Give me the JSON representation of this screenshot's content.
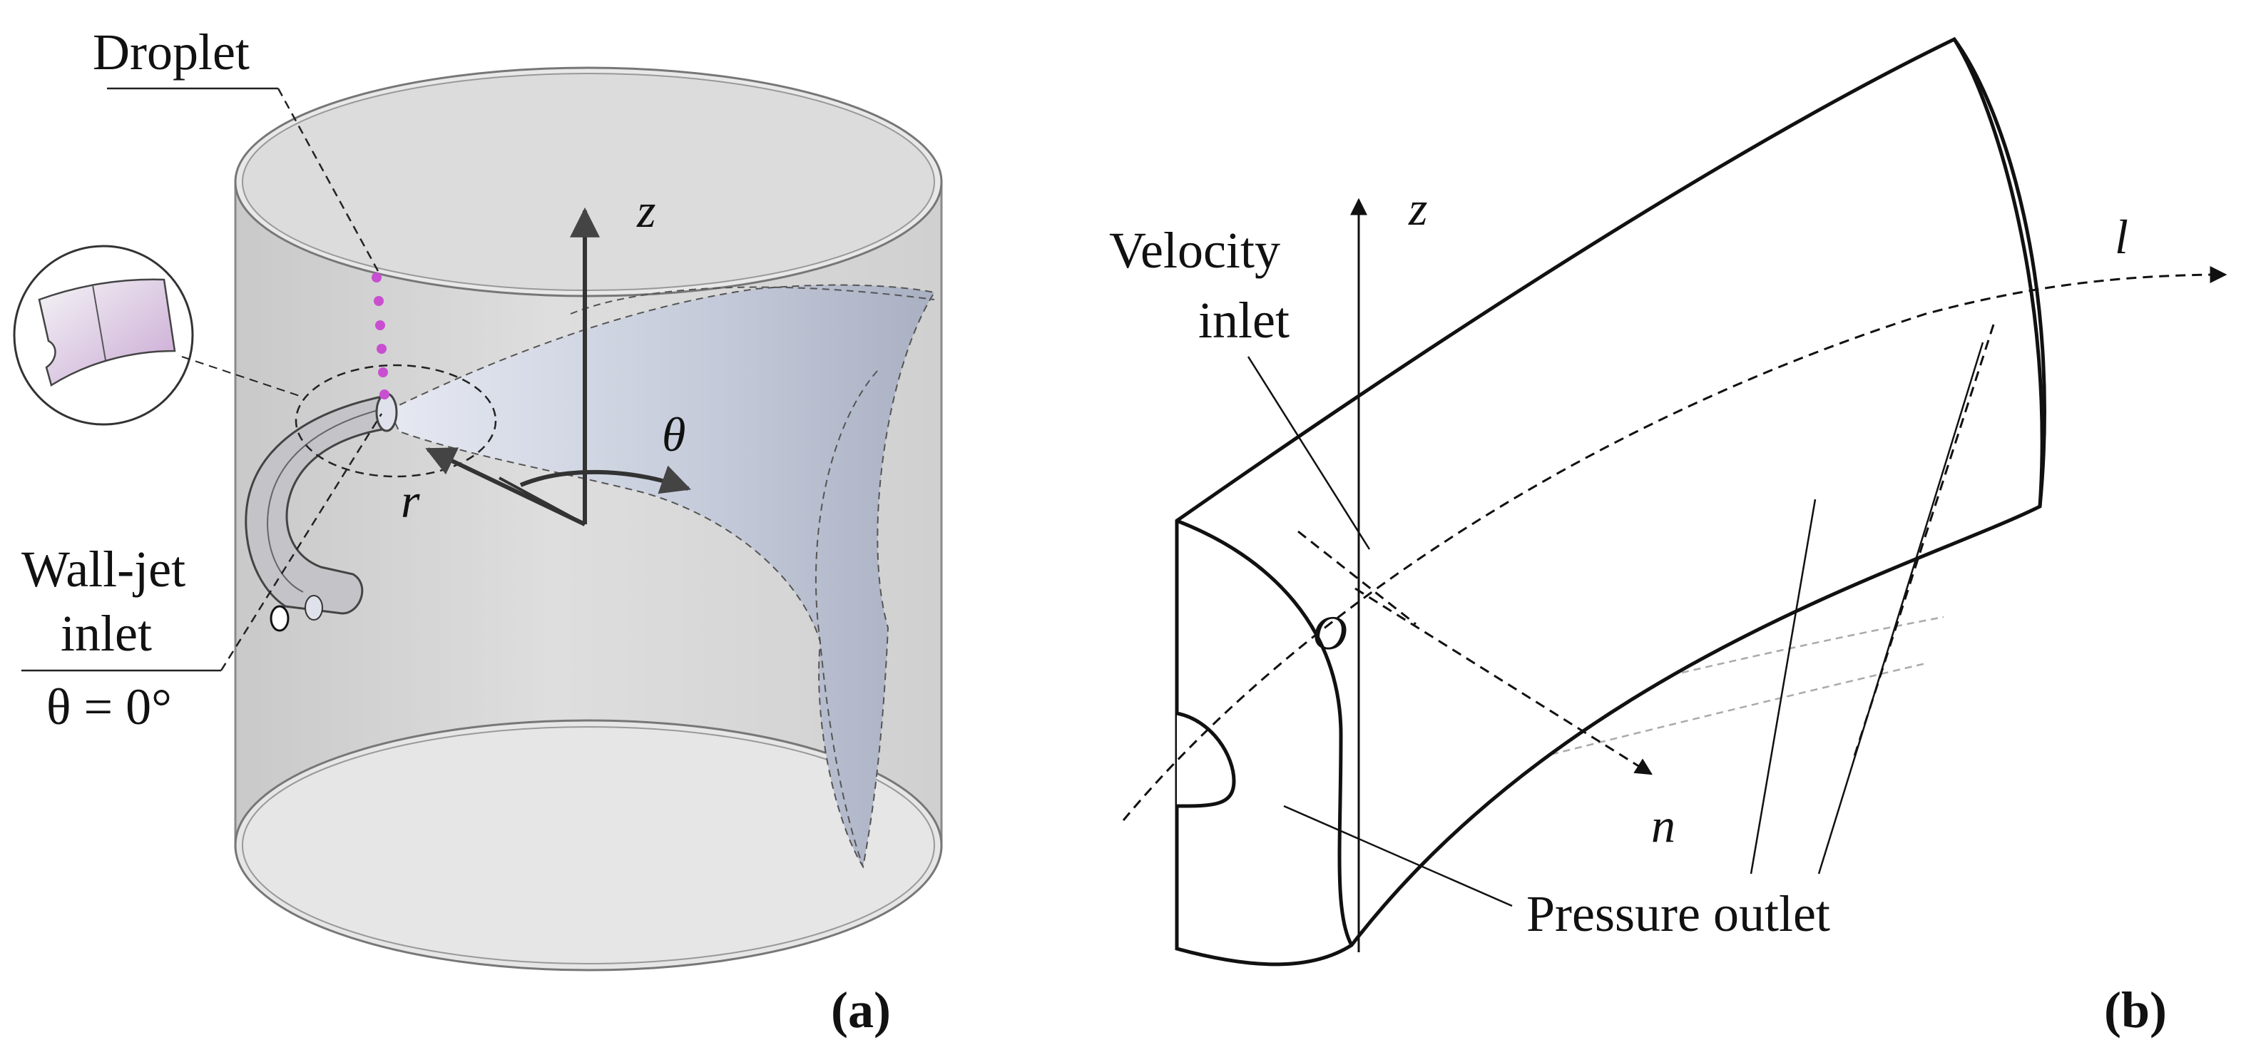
{
  "panel_a": {
    "tag": "(a)",
    "labels": {
      "droplet": "Droplet",
      "wall_jet_line1": "Wall-jet",
      "wall_jet_line2": "inlet",
      "theta_eq": "θ = 0°",
      "axis_z": "z",
      "axis_r": "r",
      "axis_theta": "θ"
    },
    "colors": {
      "droplet": "#c84fd0",
      "cylinder": "#d3d3d3",
      "jet": "#c9cfe0"
    }
  },
  "panel_b": {
    "tag": "(b)",
    "labels": {
      "velocity_line1": "Velocity",
      "velocity_line2": "inlet",
      "pressure_outlet": "Pressure outlet",
      "axis_z": "z",
      "axis_l": "l",
      "axis_n": "n",
      "origin": "O"
    }
  }
}
